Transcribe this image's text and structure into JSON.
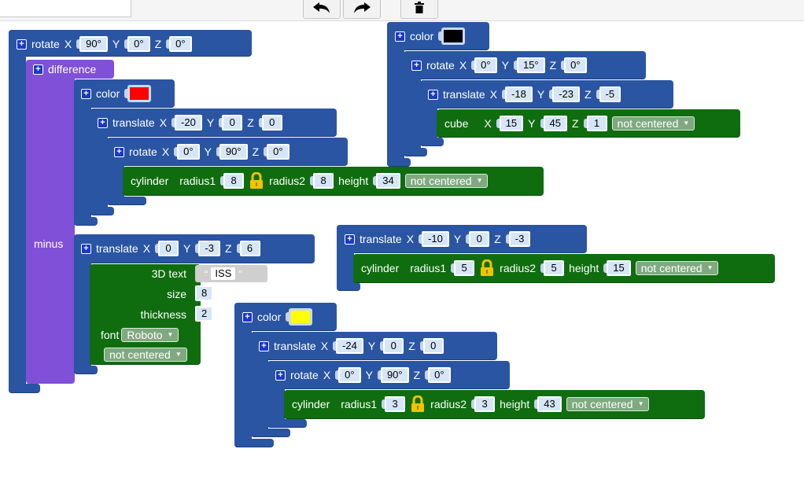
{
  "toolbar": {
    "undo_icon": "undo-arrow-icon",
    "redo_icon": "redo-arrow-icon",
    "delete_icon": "trash-icon"
  },
  "blocks": {
    "b1": {
      "rotate": {
        "label": "rotate",
        "x_label": "X",
        "x": "90°",
        "y_label": "Y",
        "y": "0°",
        "z_label": "Z",
        "z": "0°"
      },
      "difference": {
        "label": "difference",
        "minus_label": "minus"
      },
      "color": {
        "label": "color",
        "value": "#ff0000"
      },
      "translate_a": {
        "label": "translate",
        "x_label": "X",
        "x": "-20",
        "y_label": "Y",
        "y": "0",
        "z_label": "Z",
        "z": "0"
      },
      "rotate_b": {
        "label": "rotate",
        "x_label": "X",
        "x": "0°",
        "y_label": "Y",
        "y": "90°",
        "z_label": "Z",
        "z": "0°"
      },
      "cylinder": {
        "label": "cylinder",
        "r1_label": "radius1",
        "r1": "8",
        "r2_label": "radius2",
        "r2": "8",
        "h_label": "height",
        "h": "34",
        "centered": "not centered"
      },
      "translate_c": {
        "label": "translate",
        "x_label": "X",
        "x": "0",
        "y_label": "Y",
        "y": "-3",
        "z_label": "Z",
        "z": "6"
      },
      "text3d": {
        "label": "3D text",
        "text": "ISS",
        "size_label": "size",
        "size": "8",
        "thickness_label": "thickness",
        "thickness": "2",
        "font_label": "font",
        "font": "Roboto",
        "centered": "not centered"
      }
    },
    "b2": {
      "color": {
        "label": "color",
        "value": "#000000"
      },
      "rotate": {
        "label": "rotate",
        "x_label": "X",
        "x": "0°",
        "y_label": "Y",
        "y": "15°",
        "z_label": "Z",
        "z": "0°"
      },
      "translate": {
        "label": "translate",
        "x_label": "X",
        "x": "-18",
        "y_label": "Y",
        "y": "-23",
        "z_label": "Z",
        "z": "-5"
      },
      "cube": {
        "label": "cube",
        "x_label": "X",
        "x": "15",
        "y_label": "Y",
        "y": "45",
        "z_label": "Z",
        "z": "1",
        "centered": "not centered"
      }
    },
    "b3": {
      "translate": {
        "label": "translate",
        "x_label": "X",
        "x": "-10",
        "y_label": "Y",
        "y": "0",
        "z_label": "Z",
        "z": "-3"
      },
      "cylinder": {
        "label": "cylinder",
        "r1_label": "radius1",
        "r1": "5",
        "r2_label": "radius2",
        "r2": "5",
        "h_label": "height",
        "h": "15",
        "centered": "not centered"
      }
    },
    "b4": {
      "color": {
        "label": "color",
        "value": "#ffff00"
      },
      "translate": {
        "label": "translate",
        "x_label": "X",
        "x": "-24",
        "y_label": "Y",
        "y": "0",
        "z_label": "Z",
        "z": "0"
      },
      "rotate": {
        "label": "rotate",
        "x_label": "X",
        "x": "0°",
        "y_label": "Y",
        "y": "90°",
        "z_label": "Z",
        "z": "0°"
      },
      "cylinder": {
        "label": "cylinder",
        "r1_label": "radius1",
        "r1": "3",
        "r2_label": "radius2",
        "r2": "3",
        "h_label": "height",
        "h": "43",
        "centered": "not centered"
      }
    }
  }
}
